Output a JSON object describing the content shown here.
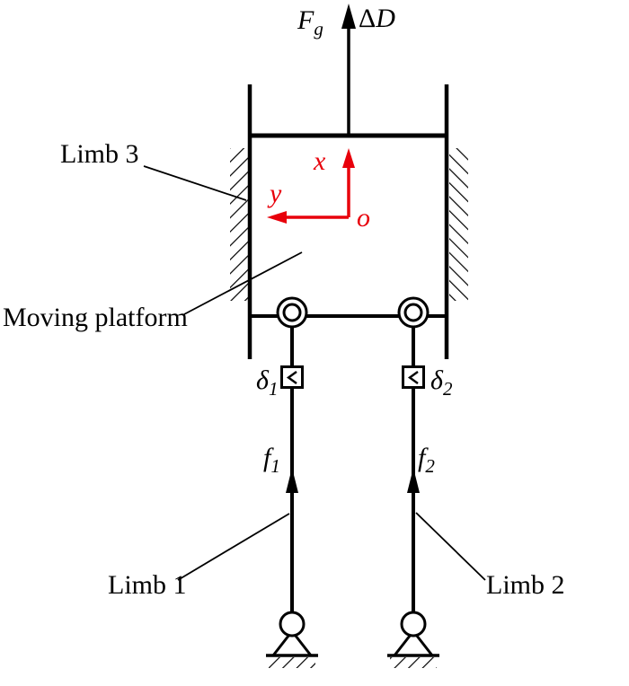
{
  "figure": {
    "background": "#ffffff",
    "line_color": "#000000",
    "coordinate_frame_color": "#e8000b"
  },
  "labels": {
    "force": {
      "main": "F",
      "sub": "g"
    },
    "displacement": {
      "delta": "Δ",
      "main": "D"
    },
    "limb3": "Limb 3",
    "moving_platform": "Moving platform",
    "axis_x": "x",
    "axis_y": "y",
    "origin": "o",
    "delta1": {
      "main": "δ",
      "sub": "1"
    },
    "delta2": {
      "main": "δ",
      "sub": "2"
    },
    "force1": {
      "main": "f",
      "sub": "1"
    },
    "force2": {
      "main": "f",
      "sub": "2"
    },
    "limb1": "Limb 1",
    "limb2": "Limb 2"
  }
}
